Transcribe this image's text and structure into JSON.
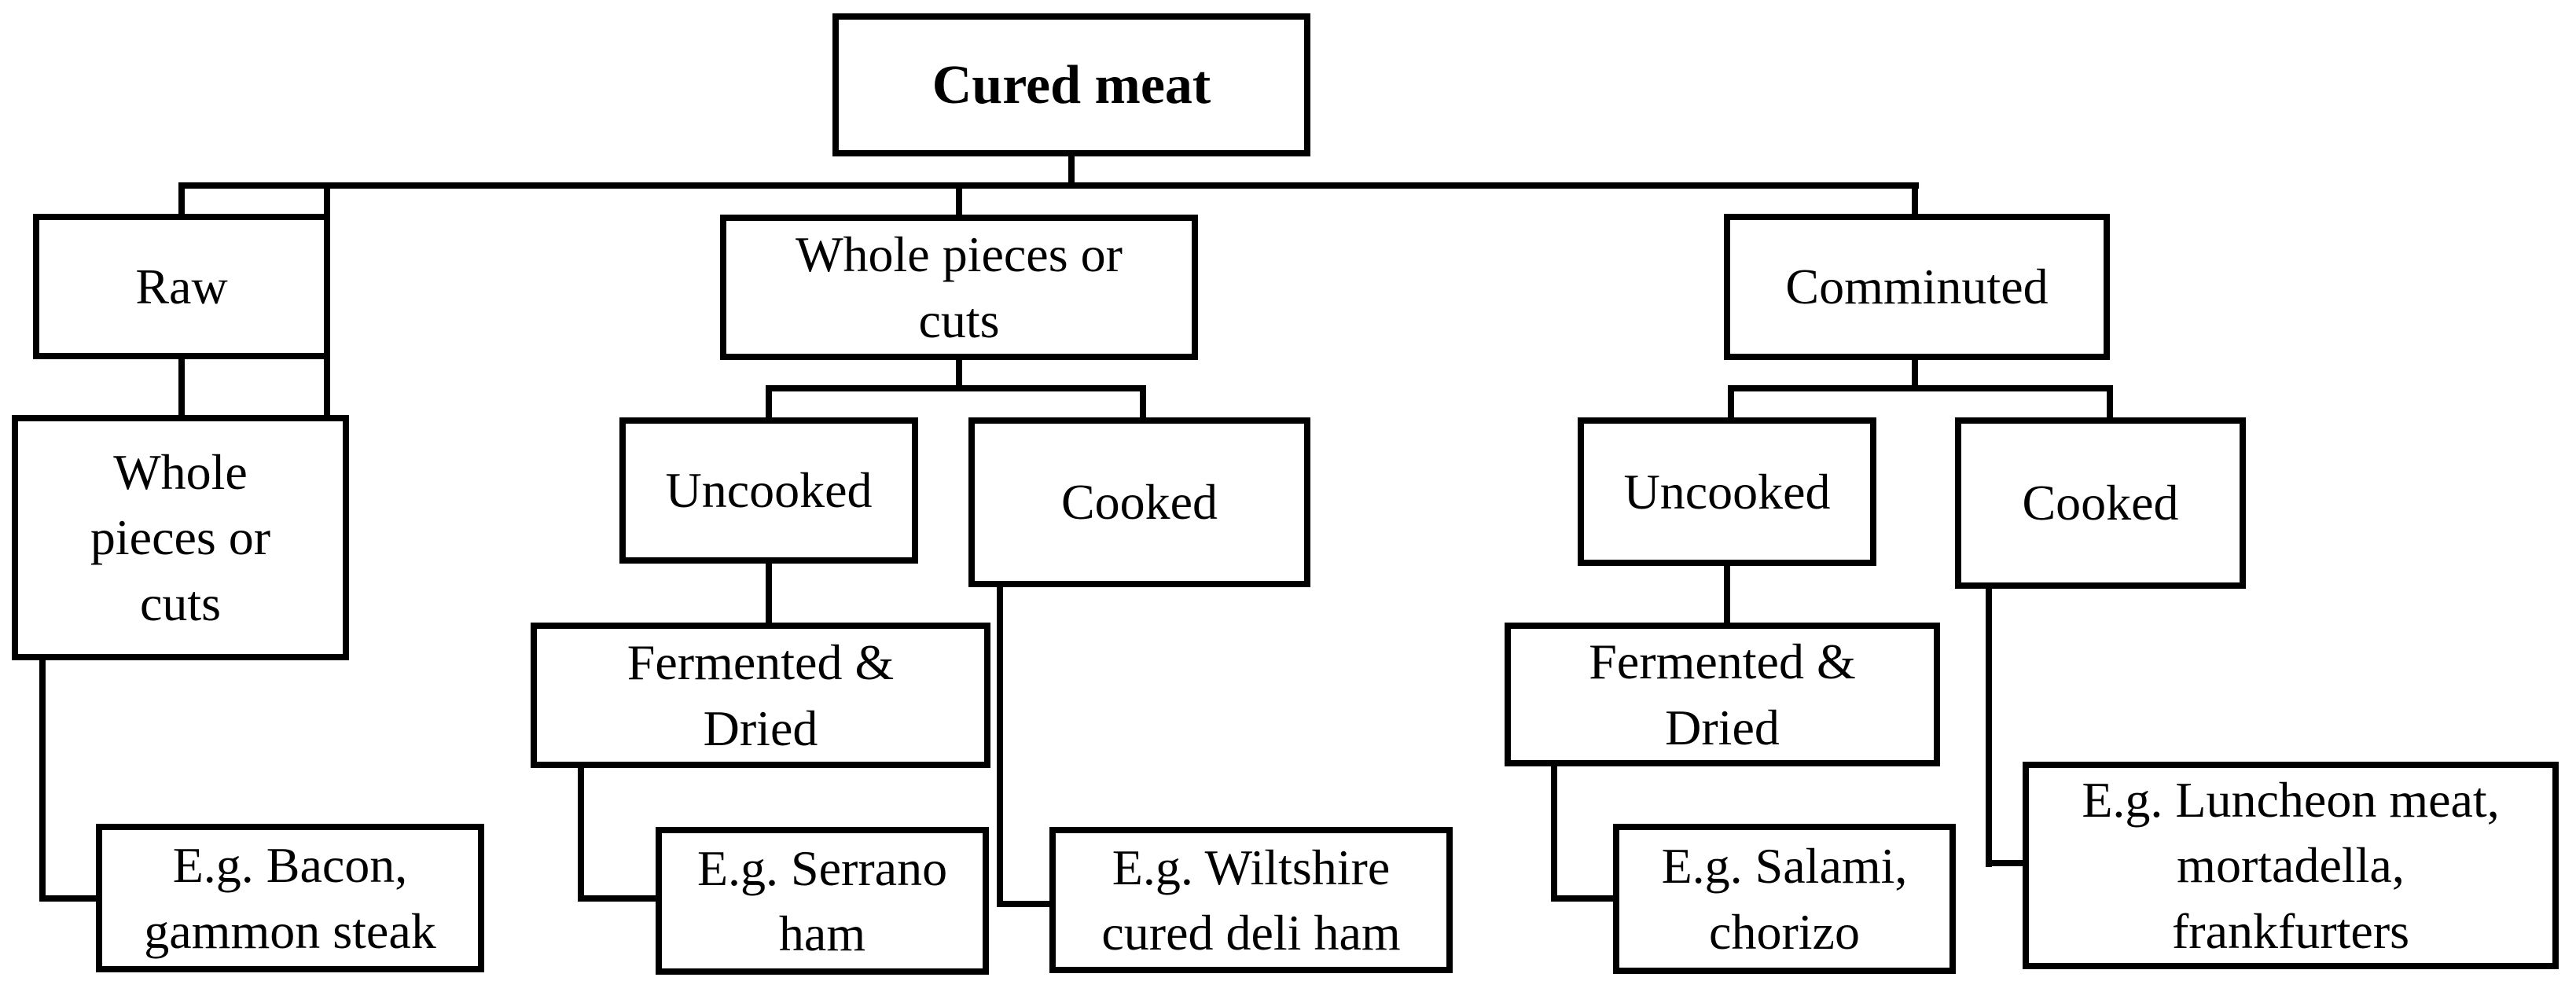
{
  "diagram": {
    "title": "Cured meat",
    "nodes": {
      "cured_meat": {
        "label": "Cured meat"
      },
      "raw": {
        "label": "Raw"
      },
      "wpc_left": {
        "label": "Whole\npieces or\ncuts"
      },
      "bacon": {
        "label": "E.g. Bacon,\ngammon steak"
      },
      "wpc_mid": {
        "label": "Whole pieces or\ncuts"
      },
      "uncooked_mid": {
        "label": "Uncooked"
      },
      "cooked_mid": {
        "label": "Cooked"
      },
      "fermented_mid": {
        "label": "Fermented &\nDried"
      },
      "serrano": {
        "label": "E.g. Serrano\nham"
      },
      "wiltshire": {
        "label": "E.g. Wiltshire\ncured deli ham"
      },
      "comminuted": {
        "label": "Comminuted"
      },
      "uncooked_right": {
        "label": "Uncooked"
      },
      "cooked_right": {
        "label": "Cooked"
      },
      "fermented_right": {
        "label": "Fermented &\nDried"
      },
      "salami": {
        "label": "E.g. Salami,\nchorizo"
      },
      "luncheon": {
        "label": "E.g. Luncheon meat,\nmortadella,\nfrankfurters"
      }
    },
    "edges": [
      {
        "from": "cured_meat",
        "to": "raw"
      },
      {
        "from": "cured_meat",
        "to": "wpc_mid"
      },
      {
        "from": "cured_meat",
        "to": "comminuted"
      },
      {
        "from": "raw",
        "to": "wpc_left"
      },
      {
        "from": "wpc_left",
        "to": "bacon"
      },
      {
        "from": "wpc_mid",
        "to": "uncooked_mid"
      },
      {
        "from": "wpc_mid",
        "to": "cooked_mid"
      },
      {
        "from": "uncooked_mid",
        "to": "fermented_mid"
      },
      {
        "from": "fermented_mid",
        "to": "serrano"
      },
      {
        "from": "cooked_mid",
        "to": "wiltshire"
      },
      {
        "from": "comminuted",
        "to": "uncooked_right"
      },
      {
        "from": "comminuted",
        "to": "cooked_right"
      },
      {
        "from": "uncooked_right",
        "to": "fermented_right"
      },
      {
        "from": "fermented_right",
        "to": "salami"
      },
      {
        "from": "cooked_right",
        "to": "luncheon"
      }
    ],
    "colors": {
      "line": "#000000",
      "box_background": "#ffffff",
      "text": "#000000"
    }
  }
}
